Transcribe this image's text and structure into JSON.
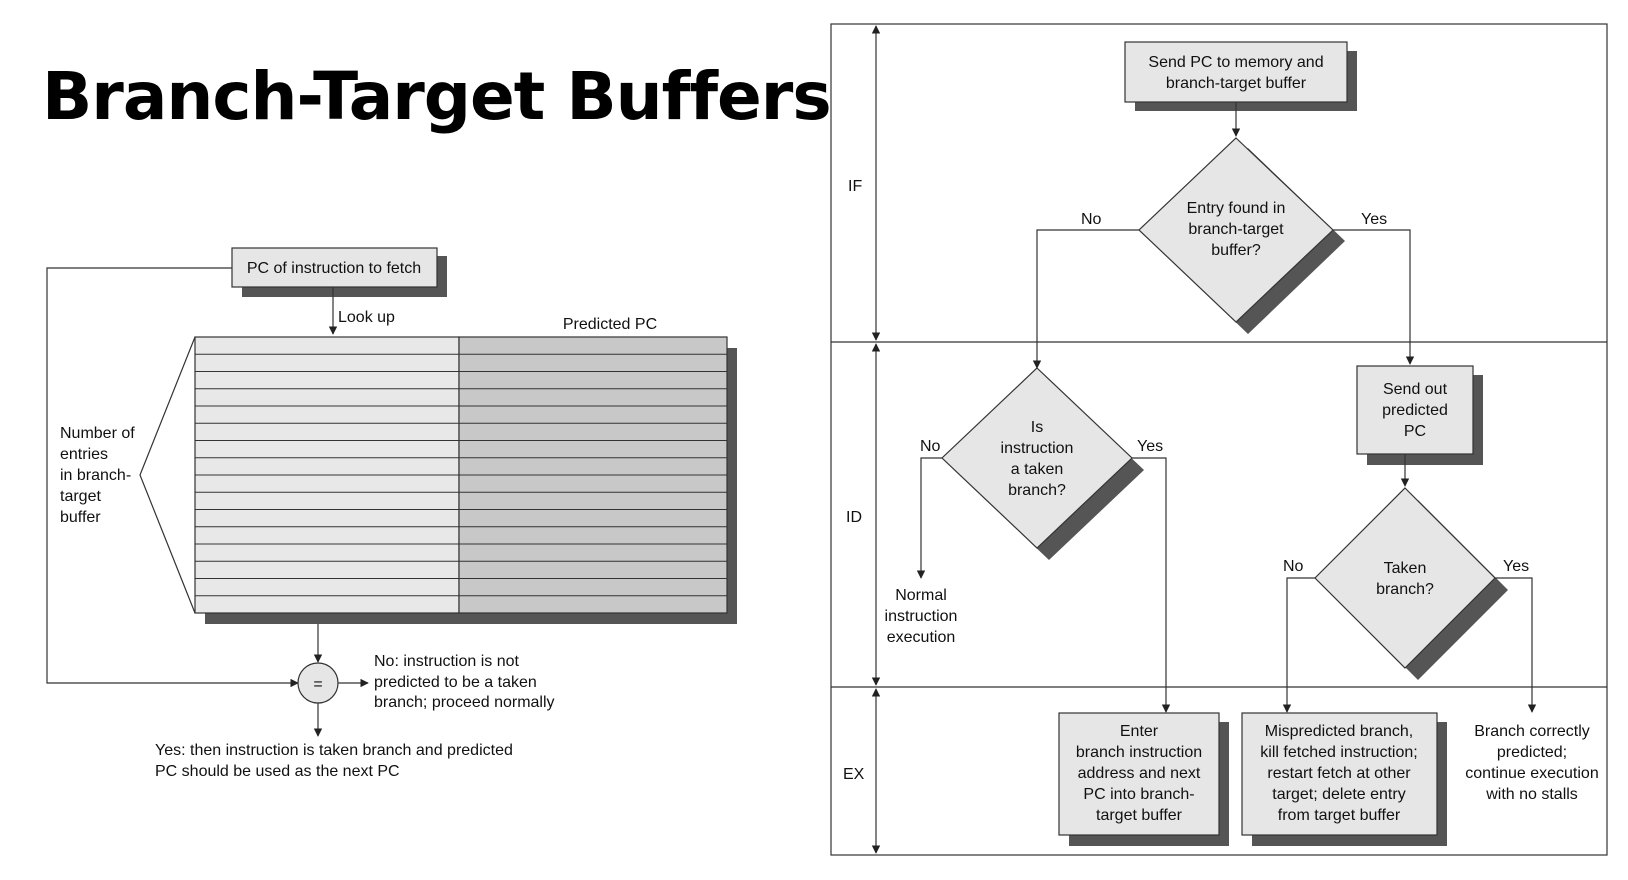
{
  "slide": {
    "title": "Branch-Target Buffers"
  },
  "btb_diagram": {
    "pc_box": "PC of instruction to fetch",
    "lookup": "Look up",
    "predicted_pc": "Predicted PC",
    "entries_label": [
      "Number of",
      "entries",
      "in branch-",
      "target",
      "buffer"
    ],
    "compare": "=",
    "no_result": [
      "No:  instruction is not",
      "predicted to be a taken",
      "branch; proceed normally"
    ],
    "yes_result": [
      "Yes:  then instruction is taken branch and predicted",
      "PC should be used as the next PC"
    ]
  },
  "flowchart": {
    "stages": {
      "if": "IF",
      "id": "ID",
      "ex": "EX"
    },
    "send_pc": [
      "Send PC to memory and",
      "branch-target buffer"
    ],
    "entry_found": [
      "Entry found in",
      "branch-target",
      "buffer?"
    ],
    "is_taken": [
      "Is",
      "instruction",
      "a taken",
      "branch?"
    ],
    "send_out": [
      "Send out",
      "predicted",
      "PC"
    ],
    "taken_branch": [
      "Taken",
      "branch?"
    ],
    "normal_exec": [
      "Normal",
      "instruction",
      "execution"
    ],
    "enter_btb": [
      "Enter",
      "branch instruction",
      "address and next",
      "PC into branch-",
      "target buffer"
    ],
    "mispredicted": [
      "Mispredicted branch,",
      "kill fetched instruction;",
      "restart fetch at other",
      "target; delete entry",
      "from target buffer"
    ],
    "correct": [
      "Branch correctly",
      "predicted;",
      "continue execution",
      "with no stalls"
    ],
    "labels": {
      "no": "No",
      "yes": "Yes"
    }
  }
}
